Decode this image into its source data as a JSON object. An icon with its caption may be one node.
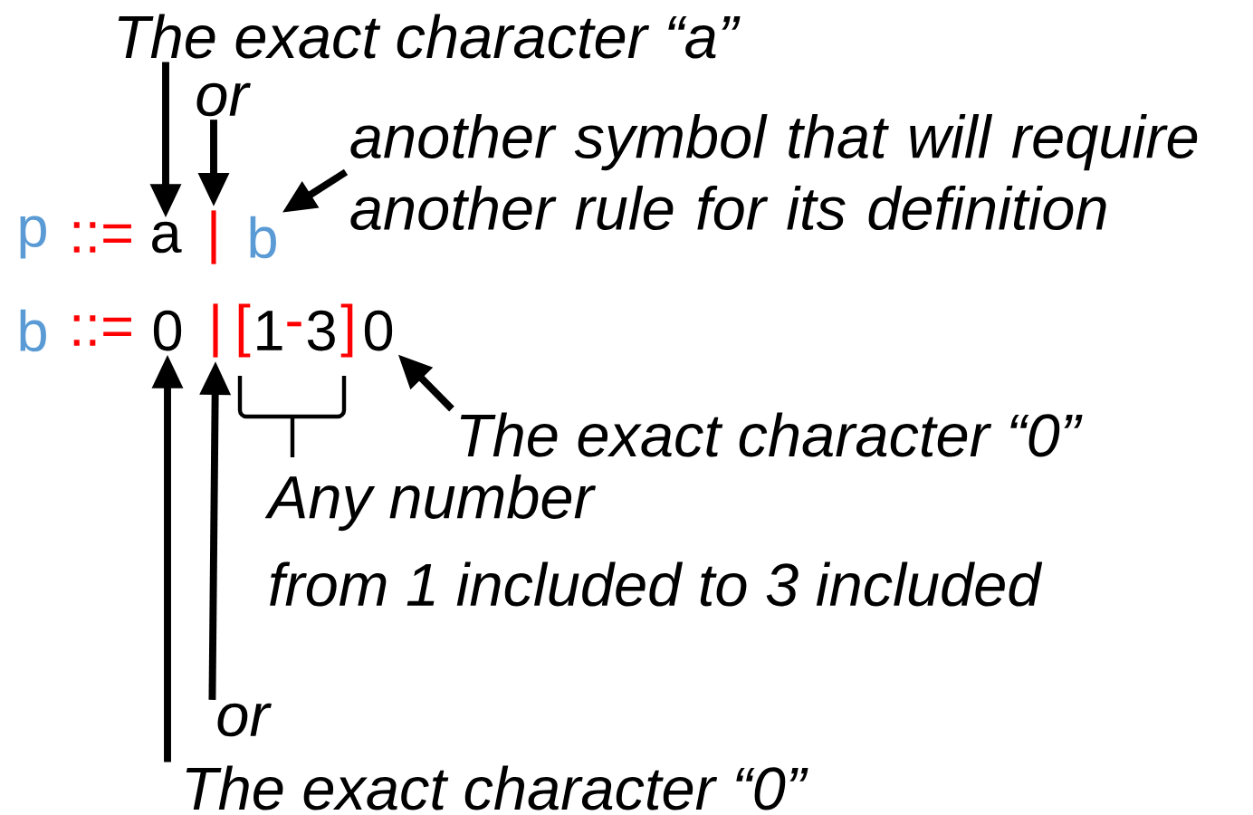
{
  "diagram": {
    "nodes": [
      {
        "text": [
          "The exact character “a”"
        ]
      },
      {
        "text": [
          "or"
        ]
      },
      {
        "text": [
          "another symbol that will require another rule for its definition"
        ]
      },
      {
        "text": [
          "a"
        ]
      },
      {
        "text": [
          "|"
        ]
      },
      {
        "text": [
          "b"
        ]
      },
      {
        "text": [
          "0"
        ]
      },
      {
        "text": [
          "|"
        ]
      },
      {
        "text": [
          "0"
        ]
      },
      {
        "text": [
          "The exact character “0”"
        ]
      },
      {
        "text": [
          "or"
        ]
      },
      {
        "text": [
          "The exact character “0”"
        ]
      }
    ],
    "edges": [
      {
        "from": 0,
        "to": 3,
        "arrow": "to"
      },
      {
        "from": 1,
        "to": 4,
        "arrow": "to"
      },
      {
        "from": 2,
        "to": 5,
        "arrow": "to"
      },
      {
        "from": 9,
        "to": 8,
        "arrow": "to"
      },
      {
        "from": 11,
        "to": 6,
        "arrow": "to"
      },
      {
        "from": 10,
        "to": 7,
        "arrow": "to"
      }
    ],
    "labels": [
      "p",
      "::=",
      "b",
      "::=",
      "[",
      "1",
      "-",
      "3",
      "]",
      "Any number",
      "from 1 included to 3 included"
    ]
  }
}
